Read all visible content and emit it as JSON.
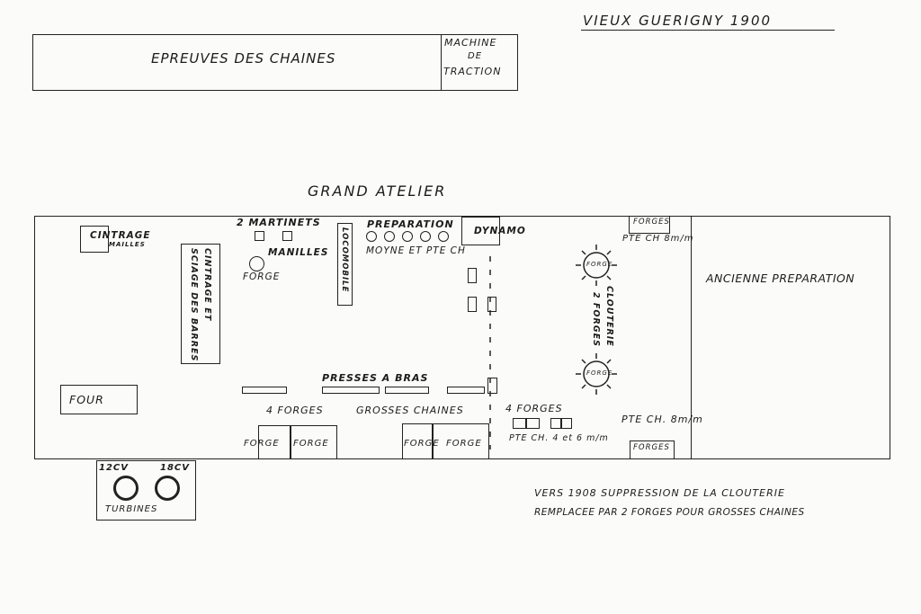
{
  "header": {
    "title": "VIEUX GUERIGNY 1900"
  },
  "top_building": {
    "epreuves": "EPREUVES DES CHAINES",
    "machine_line1": "MACHINE",
    "machine_line2": "DE",
    "machine_line3": "TRACTION"
  },
  "grand_atelier": {
    "title": "GRAND ATELIER",
    "cintrage_line1": "CINTRAGE",
    "cintrage_line2": "MAILLES",
    "cintrage_barres_line1": "CINTRAGE ET",
    "cintrage_barres_line2": "SCIAGE DES BARRES",
    "martinets": "2 MARTINETS",
    "manilles": "MANILLES",
    "forge_round": "FORGE",
    "locomobile": "LOCOMOBILE",
    "preparation_line1": "PREPARATION",
    "preparation_line2": "MOYNE ET PTE CH",
    "dynamo": "DYNAMO",
    "forges_top": "FORGES",
    "petite_ch_8_top": "PTE CH 8m/m",
    "clouterie_line1": "CLOUTERIE",
    "clouterie_line2": "2 FORGES",
    "forge_star_label": "FORGE",
    "four": "FOUR",
    "presses": "PRESSES A BRAS",
    "four_forges_left": "4 FORGES",
    "grosses_chaines": "GROSSES CHAINES",
    "four_forges_right": "4 FORGES",
    "petite_ch_4_6": "PTE CH. 4 et 6 m/m",
    "petite_ch_8_bottom": "PTE CH. 8m/m",
    "forges_bottom": "FORGES",
    "forge": "FORGE"
  },
  "ancienne": {
    "label": "ANCIENNE PREPARATION"
  },
  "turbines": {
    "cv1": "12CV",
    "cv2": "18CV",
    "label": "TURBINES"
  },
  "note": {
    "line1": "VERS 1908 SUPPRESSION DE LA CLOUTERIE",
    "line2": "REMPLACEE PAR 2 FORGES POUR GROSSES CHAINES"
  }
}
